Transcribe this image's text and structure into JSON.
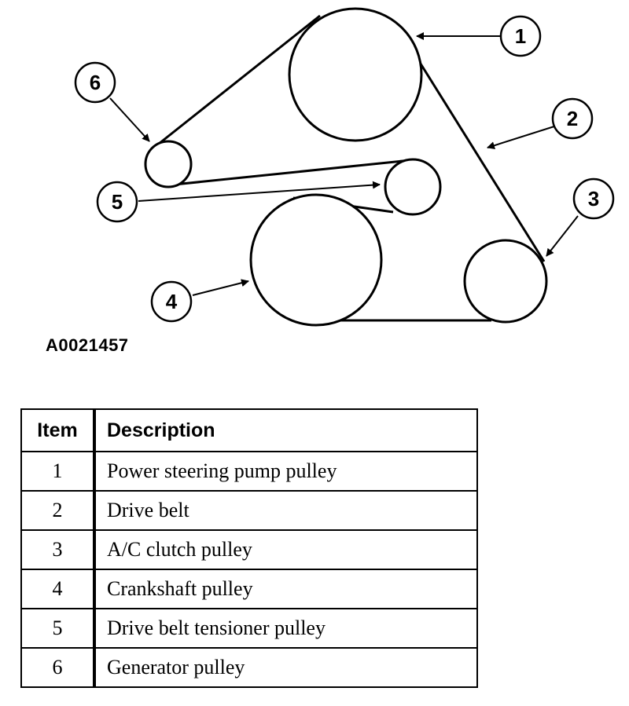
{
  "figure_id": "A0021457",
  "callouts": [
    "1",
    "2",
    "3",
    "4",
    "5",
    "6"
  ],
  "table": {
    "headers": {
      "item": "Item",
      "description": "Description"
    },
    "rows": [
      {
        "item": "1",
        "description": "Power steering pump pulley"
      },
      {
        "item": "2",
        "description": "Drive belt"
      },
      {
        "item": "3",
        "description": "A/C clutch pulley"
      },
      {
        "item": "4",
        "description": "Crankshaft pulley"
      },
      {
        "item": "5",
        "description": "Drive belt tensioner pulley"
      },
      {
        "item": "6",
        "description": "Generator pulley"
      }
    ]
  }
}
